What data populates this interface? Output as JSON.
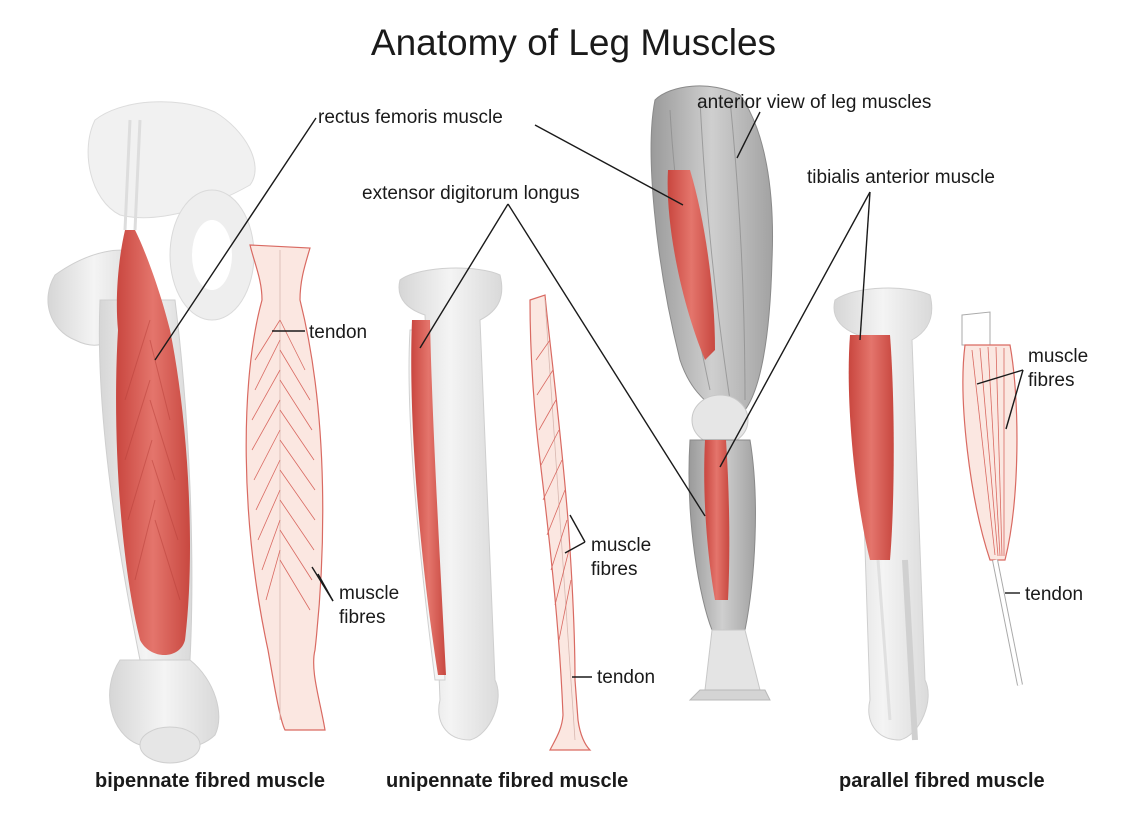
{
  "title": "Anatomy of Leg Muscles",
  "labels": {
    "rectus_femoris": "rectus femoris muscle",
    "anterior_view": "anterior view of leg muscles",
    "extensor_digitorum": "extensor digitorum longus",
    "tibialis_anterior": "tibialis anterior muscle",
    "tendon_bipennate": "tendon",
    "fibres_bipennate_1": "muscle",
    "fibres_bipennate_2": "fibres",
    "fibres_unipennate_1": "muscle",
    "fibres_unipennate_2": "fibres",
    "tendon_unipennate": "tendon",
    "fibres_parallel_1": "muscle",
    "fibres_parallel_2": "fibres",
    "tendon_parallel": "tendon"
  },
  "captions": {
    "bipennate": "bipennate fibred muscle",
    "unipennate": "unipennate fibred muscle",
    "parallel": "parallel fibred muscle"
  },
  "colors": {
    "muscle": "#d9574f",
    "muscle_light": "#f7d9cf",
    "bone": "#e9e9e9",
    "leader_line": "#1a1a1a"
  }
}
